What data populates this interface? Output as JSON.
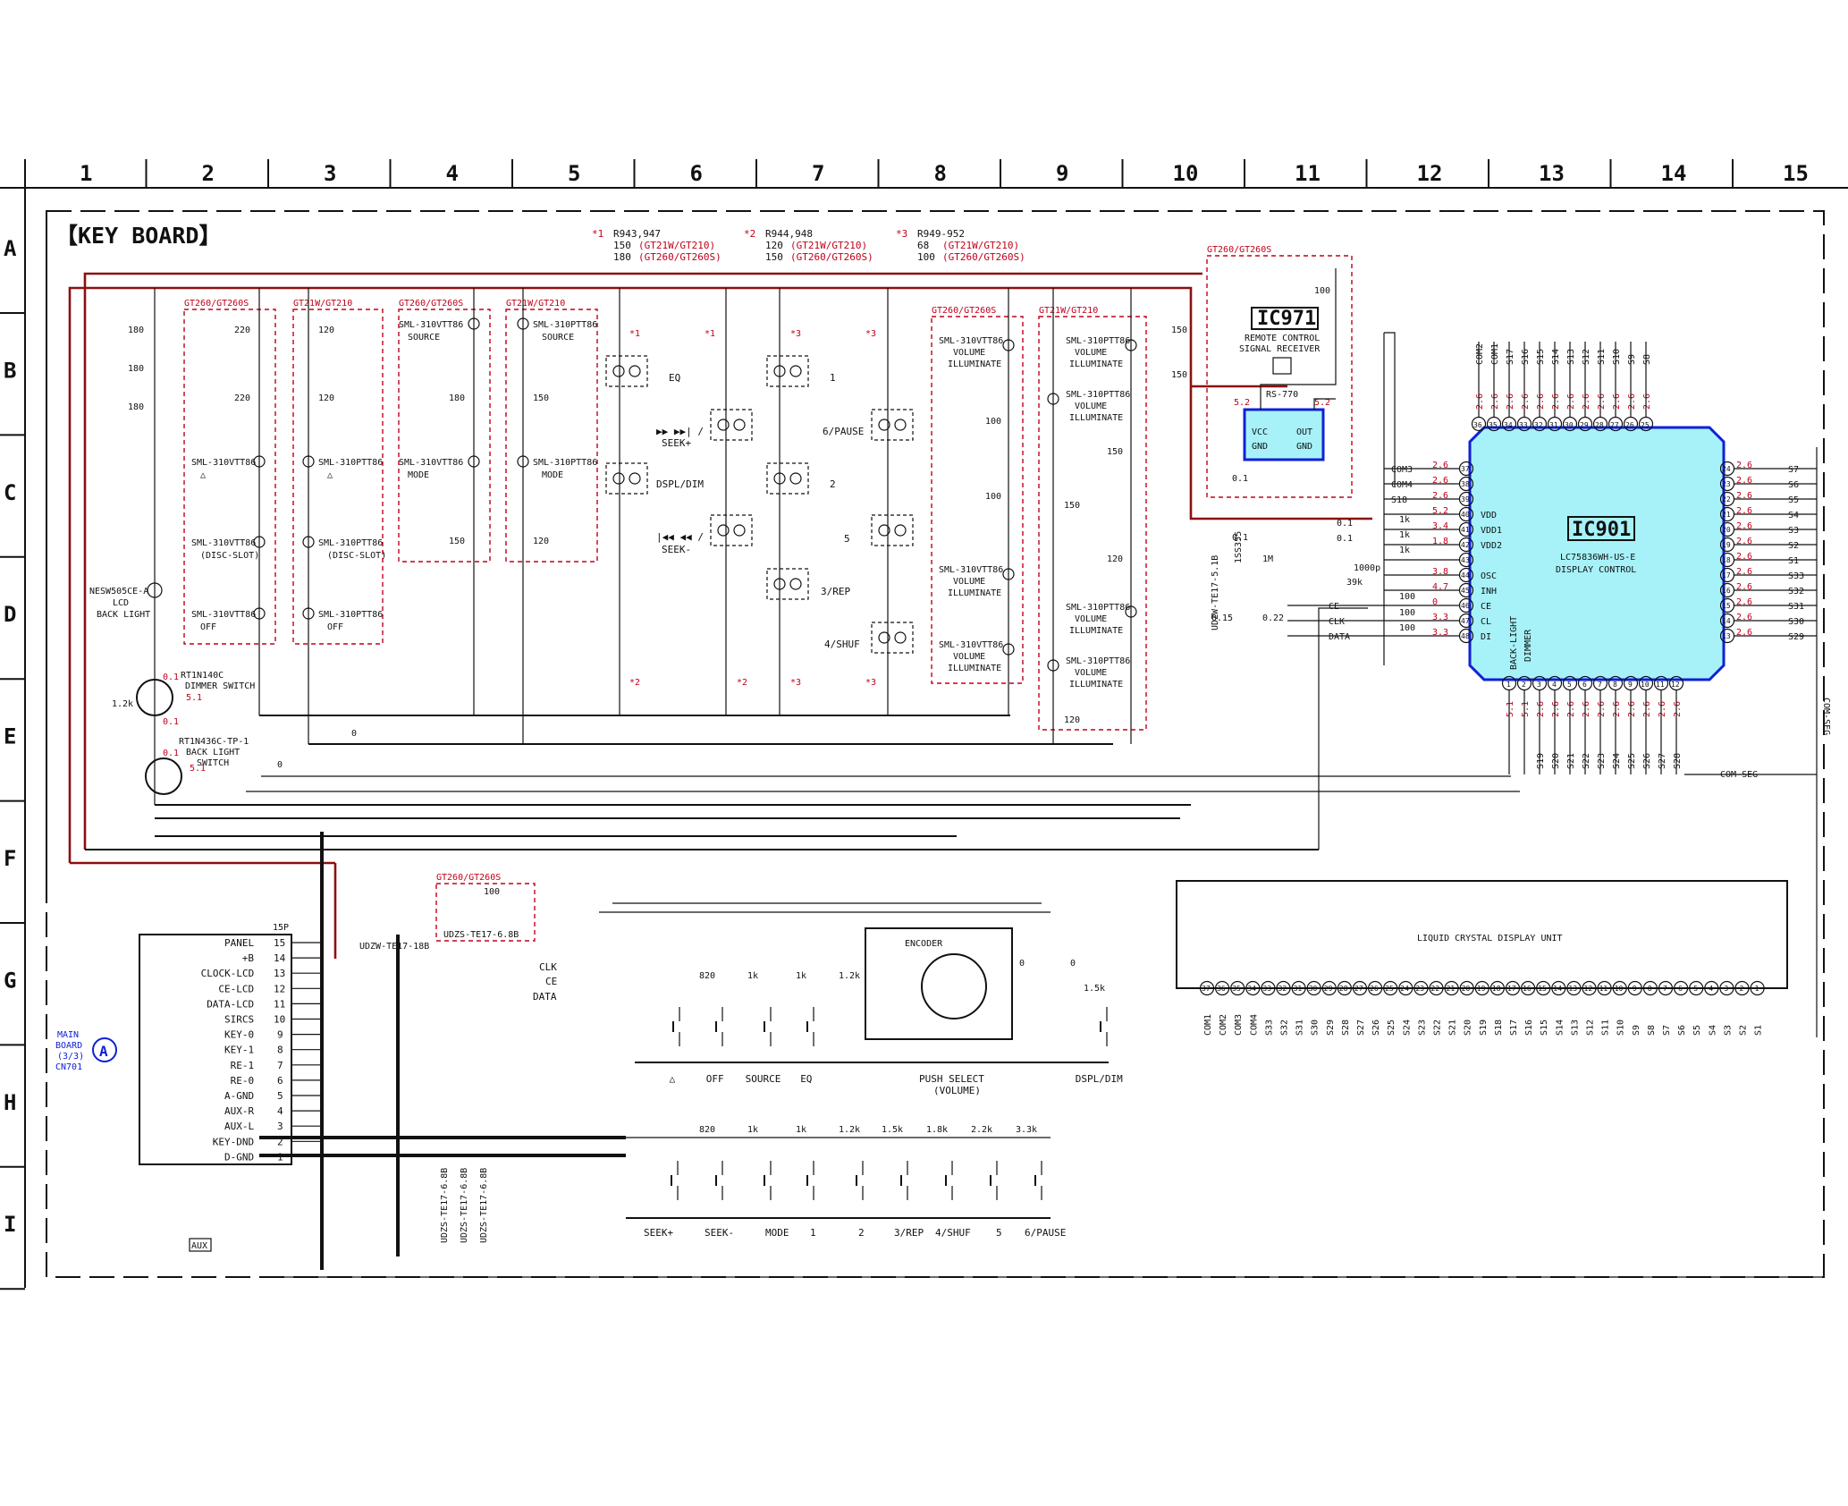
{
  "title": "【KEY BOARD】",
  "grid": {
    "columns": [
      "1",
      "2",
      "3",
      "4",
      "5",
      "6",
      "7",
      "8",
      "9",
      "10",
      "11",
      "12",
      "13",
      "14",
      "15"
    ],
    "rows": [
      "A",
      "B",
      "C",
      "D",
      "E",
      "F",
      "G",
      "H",
      "I"
    ]
  },
  "notes": [
    {
      "mark": "*1",
      "parts": "R943,947",
      "lines": [
        {
          "v": "150",
          "m": "(GT21W/GT210)"
        },
        {
          "v": "180",
          "m": "(GT260/GT260S)"
        }
      ]
    },
    {
      "mark": "*2",
      "parts": "R944,948",
      "lines": [
        {
          "v": "120",
          "m": "(GT21W/GT210)"
        },
        {
          "v": "150",
          "m": "(GT260/GT260S)"
        }
      ]
    },
    {
      "mark": "*3",
      "parts": "R949-952",
      "lines": [
        {
          "v": "68",
          "m": "(GT21W/GT210)"
        },
        {
          "v": "100",
          "m": "(GT260/GT260S)"
        }
      ]
    }
  ],
  "model_labels": {
    "gt260": "GT260/GT260S",
    "gt21w": "GT21W/GT210"
  },
  "ic971": {
    "ref": "IC971",
    "desc1": "REMOTE CONTROL",
    "desc2": "SIGNAL RECEIVER",
    "part": "RS-770",
    "vcc": "VCC",
    "gnd": "GND",
    "out": "OUT",
    "gnd2": "GND",
    "v1": "5.2",
    "v2": "5.2",
    "res": "100",
    "cap": "0.1"
  },
  "ic901": {
    "ref": "IC901",
    "part": "LC75836WH-US-E",
    "func": "DISPLAY CONTROL",
    "top_pins": [
      "36",
      "35",
      "34",
      "33",
      "32",
      "31",
      "30",
      "29",
      "28",
      "27",
      "26",
      "25"
    ],
    "top_names": [
      "COM2",
      "COM1",
      "S17",
      "S16",
      "S15",
      "S14",
      "S13",
      "S12",
      "S11",
      "S10",
      "S9",
      "S8"
    ],
    "top_volts": [
      "2.6",
      "2.6",
      "2.6",
      "2.6",
      "2.6",
      "2.6",
      "2.6",
      "2.6",
      "2.6",
      "2.6",
      "2.6",
      "2.6"
    ],
    "left_pins": [
      {
        "pin": "37",
        "name": "COM3",
        "v": "2.6",
        "lbl": ""
      },
      {
        "pin": "38",
        "name": "COM4",
        "v": "2.6",
        "lbl": ""
      },
      {
        "pin": "39",
        "name": "S18",
        "v": "2.6",
        "lbl": ""
      },
      {
        "pin": "40",
        "name": "",
        "v": "5.2",
        "lbl": "VDD"
      },
      {
        "pin": "41",
        "name": "",
        "v": "3.4",
        "lbl": "VDD1"
      },
      {
        "pin": "42",
        "name": "",
        "v": "1.8",
        "lbl": "VDD2"
      },
      {
        "pin": "43",
        "name": "",
        "v": "",
        "lbl": ""
      },
      {
        "pin": "44",
        "name": "",
        "v": "3.8",
        "lbl": "OSC"
      },
      {
        "pin": "45",
        "name": "",
        "v": "4.7",
        "lbl": "INH"
      },
      {
        "pin": "46",
        "name": "CE",
        "v": "0",
        "lbl": "CE"
      },
      {
        "pin": "47",
        "name": "CLK",
        "v": "3.3",
        "lbl": "CL"
      },
      {
        "pin": "48",
        "name": "DATA",
        "v": "3.3",
        "lbl": "DI"
      }
    ],
    "right_pins": [
      {
        "pin": "24",
        "name": "S7",
        "v": "2.6"
      },
      {
        "pin": "23",
        "name": "S6",
        "v": "2.6"
      },
      {
        "pin": "22",
        "name": "S5",
        "v": "2.6"
      },
      {
        "pin": "21",
        "name": "S4",
        "v": "2.6"
      },
      {
        "pin": "20",
        "name": "S3",
        "v": "2.6"
      },
      {
        "pin": "19",
        "name": "S2",
        "v": "2.6"
      },
      {
        "pin": "18",
        "name": "S1",
        "v": "2.6"
      },
      {
        "pin": "17",
        "name": "S33",
        "v": "2.6"
      },
      {
        "pin": "16",
        "name": "S32",
        "v": "2.6"
      },
      {
        "pin": "15",
        "name": "S31",
        "v": "2.6"
      },
      {
        "pin": "14",
        "name": "S30",
        "v": "2.6"
      },
      {
        "pin": "13",
        "name": "S29",
        "v": "2.6"
      }
    ],
    "bottom_pins": [
      "1",
      "2",
      "3",
      "4",
      "5",
      "6",
      "7",
      "8",
      "9",
      "10",
      "11",
      "12"
    ],
    "bottom_names": [
      "",
      "",
      "S19",
      "S20",
      "S21",
      "S22",
      "S23",
      "S24",
      "S25",
      "S26",
      "S27",
      "S28"
    ],
    "bottom_volts": [
      "5.1",
      "5.1",
      "2.6",
      "2.6",
      "2.6",
      "2.6",
      "2.6",
      "2.6",
      "2.6",
      "2.6",
      "2.6",
      "2.6"
    ],
    "backlight": "BACK-LIGHT",
    "dimmer": "DIMMER",
    "r_vals": [
      "1k",
      "1k",
      "1k",
      "39k",
      "100",
      "100",
      "100"
    ],
    "c_vals": [
      "0.1",
      "0.1",
      "1000p"
    ],
    "com_seg": "COM-SEG"
  },
  "lcd": {
    "label": "LIQUID CRYSTAL DISPLAY UNIT",
    "pins": [
      "37",
      "36",
      "35",
      "34",
      "33",
      "32",
      "31",
      "30",
      "29",
      "28",
      "27",
      "26",
      "25",
      "24",
      "23",
      "22",
      "21",
      "20",
      "19",
      "18",
      "17",
      "16",
      "15",
      "14",
      "13",
      "12",
      "11",
      "10",
      "9",
      "8",
      "7",
      "6",
      "5",
      "4",
      "3",
      "2",
      "1"
    ],
    "names": [
      "COM1",
      "COM2",
      "COM3",
      "COM4",
      "S33",
      "S32",
      "S31",
      "S30",
      "S29",
      "S28",
      "S27",
      "S26",
      "S25",
      "S24",
      "S23",
      "S22",
      "S21",
      "S20",
      "S19",
      "S18",
      "S17",
      "S16",
      "S15",
      "S14",
      "S13",
      "S12",
      "S11",
      "S10",
      "S9",
      "S8",
      "S7",
      "S6",
      "S5",
      "S4",
      "S3",
      "S2",
      "S1"
    ]
  },
  "connector": {
    "ref": "15P",
    "pins": [
      {
        "name": "PANEL",
        "no": "15"
      },
      {
        "name": "+B",
        "no": "14"
      },
      {
        "name": "CLOCK-LCD",
        "no": "13"
      },
      {
        "name": "CE-LCD",
        "no": "12"
      },
      {
        "name": "DATA-LCD",
        "no": "11"
      },
      {
        "name": "SIRCS",
        "no": "10"
      },
      {
        "name": "KEY-0",
        "no": "9"
      },
      {
        "name": "KEY-1",
        "no": "8"
      },
      {
        "name": "RE-1",
        "no": "7"
      },
      {
        "name": "RE-0",
        "no": "6"
      },
      {
        "name": "A-GND",
        "no": "5"
      },
      {
        "name": "AUX-R",
        "no": "4"
      },
      {
        "name": "AUX-L",
        "no": "3"
      },
      {
        "name": "KEY-DND",
        "no": "2"
      },
      {
        "name": "D-GND",
        "no": "1"
      }
    ],
    "board_lines": [
      "MAIN",
      "BOARD",
      "(3/3)",
      "CN701"
    ],
    "board_mark": "A",
    "bus": [
      "CLK",
      "CE",
      "DATA"
    ]
  },
  "aux": "AUX",
  "leds": {
    "col2": [
      {
        "p": "SML-310VTT86",
        "s": "△"
      },
      {
        "p": "SML-310VTT86",
        "s": "(DISC-SLOT)"
      },
      {
        "p": "SML-310VTT86",
        "s": "OFF"
      }
    ],
    "col2r": [
      "220",
      "220"
    ],
    "col3": [
      {
        "p": "SML-310PTT86",
        "s": "△"
      },
      {
        "p": "SML-310PTT86",
        "s": "(DISC-SLOT)"
      },
      {
        "p": "SML-310PTT86",
        "s": "OFF"
      }
    ],
    "col3r": [
      "120",
      "120"
    ],
    "col4": [
      {
        "p": "SML-310VTT86",
        "s": "SOURCE"
      },
      {
        "p": "SML-310VTT86",
        "s": "MODE"
      }
    ],
    "col4r": [
      "180",
      "150"
    ],
    "col5": [
      {
        "p": "SML-310PTT86",
        "s": "SOURCE"
      },
      {
        "p": "SML-310PTT86",
        "s": "MODE"
      }
    ],
    "col5r": [
      "150",
      "120"
    ],
    "leftres": [
      "180",
      "180",
      "180"
    ],
    "vol8": [
      "SML-310VTT86",
      "SML-310VTT86",
      "SML-310VTT86"
    ],
    "vol8r": [
      "100",
      "100"
    ],
    "vol9": [
      "SML-310PTT86",
      "SML-310PTT86",
      "SML-310PTT86",
      "SML-310PTT86"
    ],
    "vol9r": [
      "150",
      "150",
      "120",
      "120"
    ],
    "vol_a": "VOLUME",
    "vol_b": "ILLUMINATE",
    "r150": [
      "150",
      "150"
    ]
  },
  "key_labels": {
    "eq": "EQ",
    "seek_plus": "SEEK+",
    "dspl": "DSPL/DIM",
    "seek_minus": "SEEK-",
    "k1": "1",
    "k6": "6/PAUSE",
    "k2": "2",
    "k5": "5",
    "k3": "3/REP",
    "k4": "4/SHUF",
    "ffwd": "▶▶ ▶▶| /",
    "rew": "|◀◀ ◀◀ /"
  },
  "lcd_backlight": {
    "part": "NESW505CE-A",
    "l1": "LCD",
    "l2": "BACK LIGHT"
  },
  "q_dimmer": {
    "part": "RT1N140C",
    "l1": "DIMMER SWITCH",
    "v1": "0.1",
    "v2": "5.1",
    "v3": "0.1",
    "r": "1.2k"
  },
  "q_back": {
    "part": "RT1N436C-TP-1",
    "l1": "BACK LIGHT",
    "l2": "SWITCH",
    "v1": "0.1",
    "v2": "5.1"
  },
  "zero_labels": [
    "0",
    "0"
  ],
  "marks": [
    "*1",
    "*1",
    "*3",
    "*3",
    "*2",
    "*2",
    "*3",
    "*3"
  ],
  "diodes": {
    "d1": "UDZW-TE17-18B",
    "d2": "UDZS-TE17-6.8B",
    "d3": "UDZS-TE17-6.8B",
    "d4": "UDZS-TE17-6.8B",
    "d5": "UDZS-TE17-6.8B",
    "d6": "UDZW-TE17-5.1B",
    "d7": "1SS355"
  },
  "aux_opt": {
    "label": "GT260/GT260S",
    "r": "100",
    "d": "UDZS-TE17-6.8B"
  },
  "encoder": {
    "label": "ENCODER",
    "push": "PUSH SELECT",
    "vol": "(VOLUME)",
    "r": [
      "0",
      "0",
      "1.5k"
    ]
  },
  "keys_top": {
    "res": [
      "820",
      "1k",
      "1k",
      "1.2k"
    ],
    "labels": [
      "△",
      "OFF",
      "SOURCE",
      "EQ",
      "PUSH SELECT",
      "DSPL/DIM"
    ]
  },
  "keys_bottom": {
    "res": [
      "820",
      "1k",
      "1k",
      "1.2k",
      "1.5k",
      "1.8k",
      "2.2k",
      "3.3k"
    ],
    "labels": [
      "SEEK+",
      "SEEK-",
      "MODE",
      "1",
      "2",
      "3/REP",
      "4/SHUF",
      "5",
      "6/PAUSE"
    ]
  },
  "caps": {
    "c1": "0.1",
    "c2": "0.1",
    "r1": "1M",
    "c3": "0.15",
    "c4": "0.22"
  }
}
